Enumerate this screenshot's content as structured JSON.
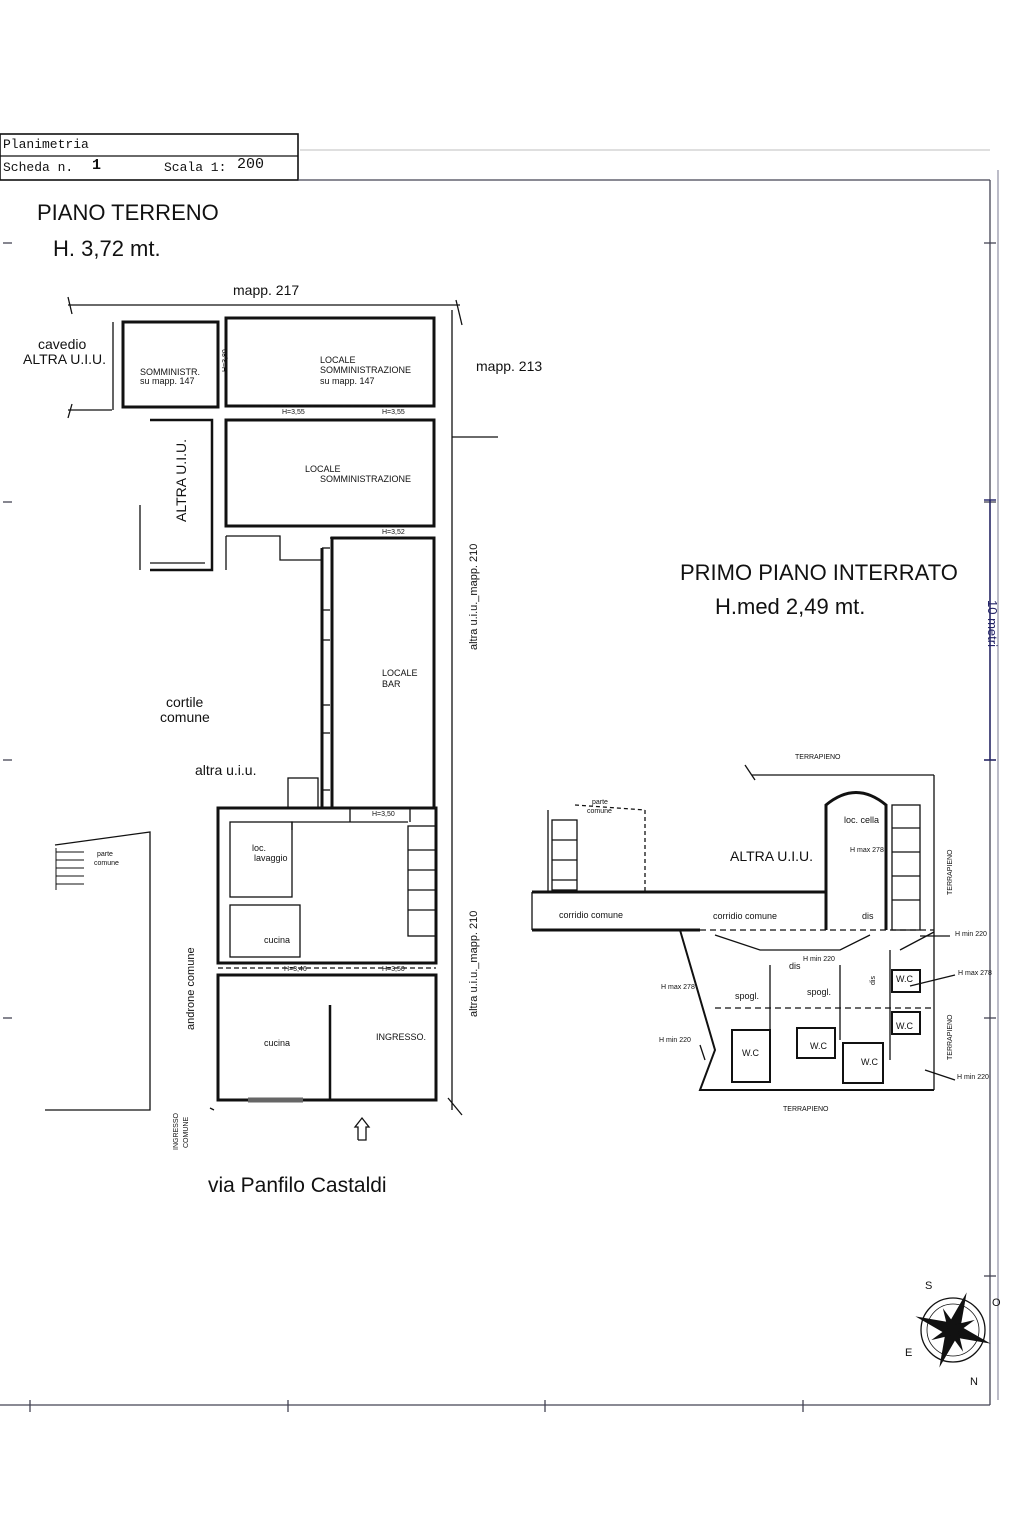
{
  "header": {
    "title": "Planimetria",
    "scheda_label": "Scheda n.",
    "scheda_value": "1",
    "scala_label": "Scala 1:",
    "scala_value": "200"
  },
  "ground_floor": {
    "title": "PIANO TERRENO",
    "height": "H. 3,72 mt.",
    "mapp_217": "mapp. 217",
    "mapp_213": "mapp. 213",
    "cavedio": "cavedio",
    "cavedio_altra": "ALTRA U.I.U.",
    "somministr": "SOMMINISTR.",
    "somministr_mapp": "su mapp. 147",
    "locale1_a": "LOCALE",
    "locale1_b": "SOMMINISTRAZIONE",
    "locale1_c": "su mapp. 147",
    "h_3_55_a": "H=3,55",
    "h_3_55_b": "H=3,55",
    "h_3_80": "H=3,80",
    "altra_uiu_vert": "ALTRA U.I.U.",
    "locale2_a": "LOCALE",
    "locale2_b": "SOMMINISTRAZIONE",
    "h_3_52": "H=3,52",
    "altra_mapp_210_a": "altra u.i.u._mapp. 210",
    "altra_mapp_210_b": "altra u.i.u._mapp. 210",
    "locale_bar_a": "LOCALE",
    "locale_bar_b": "BAR",
    "cortile_a": "cortile",
    "cortile_b": "comune",
    "altra_uiu_small": "altra u.i.u.",
    "h_3_50_a": "H=3,50",
    "loc_lavaggio_a": "loc.",
    "loc_lavaggio_b": "lavaggio",
    "parte_comune_a": "parte",
    "parte_comune_b": "comune",
    "cucina1": "cucina",
    "h_3_46": "H=3,46",
    "h_3_50_b": "H=3,50",
    "androne": "androne comune",
    "cucina2": "cucina",
    "ingresso": "INGRESSO.",
    "ingresso_comune_a": "INGRESSO",
    "ingresso_comune_b": "COMUNE",
    "street": "via Panfilo Castaldi"
  },
  "basement": {
    "title": "PRIMO PIANO INTERRATO",
    "height": "H.med 2,49 mt.",
    "terrapieno_top": "TERRAPIENO",
    "terrapieno_right_a": "TERRAPIENO",
    "terrapieno_right_b": "TERRAPIENO",
    "terrapieno_bottom": "TERRAPIENO",
    "parte_comune_a": "parte",
    "parte_comune_b": "comune",
    "loc_cella": "loc. cella",
    "altra_uiu": "ALTRA U.I.U.",
    "h_max_278_a": "H max 278",
    "dis1": "dis",
    "corridoio1": "corridio comune",
    "corridoio2": "corridio comune",
    "h_min_220_a": "H min 220",
    "h_min_220_b": "H min 220",
    "dis2": "dis",
    "dis3": "dis",
    "wc1": "W.C",
    "h_max_278_b": "H max 278",
    "h_max_278_c": "H max 278",
    "spogl1": "spogl.",
    "spogl2": "spogl.",
    "wc2": "W.C",
    "h_min_220_c": "H min 220",
    "wc3": "W.C",
    "wc4": "W.C",
    "wc5": "W.C",
    "h_min_220_d": "H min 220"
  },
  "scale_bar": "10 metri",
  "compass": {
    "s": "S",
    "o": "O",
    "n": "N",
    "e": "E"
  }
}
